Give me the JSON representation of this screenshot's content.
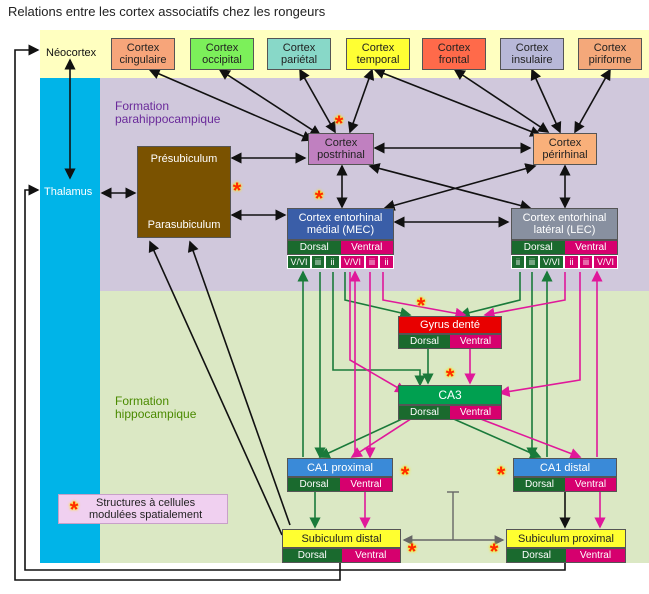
{
  "title": "Relations entre les cortex associatifs chez les rongeurs",
  "regions": {
    "neocortex": "Néocortex",
    "parahippocampal": "Formation\nparahippocampique",
    "hippocampal": "Formation\nhippocampique",
    "thalamus": "Thalamus"
  },
  "cortices": [
    {
      "label": "Cortex\ncingulaire",
      "color": "#f7a57a"
    },
    {
      "label": "Cortex\noccipital",
      "color": "#7cf05a"
    },
    {
      "label": "Cortex\npariétal",
      "color": "#88d8c8"
    },
    {
      "label": "Cortex\ntemporal",
      "color": "#ffff33"
    },
    {
      "label": "Cortex\nfrontal",
      "color": "#ff6a4a"
    },
    {
      "label": "Cortex\ninsulaire",
      "color": "#b8b8d8"
    },
    {
      "label": "Cortex\npiriforme",
      "color": "#f4a87a"
    }
  ],
  "nodes": {
    "postrhinal": "Cortex\npostrhinal",
    "perirhinal": "Cortex\npérirhinal",
    "presubiculum": "Présubiculum",
    "parasubiculum": "Parasubiculum",
    "mec": "Cortex entorhinal\nmédial (MEC)",
    "lec": "Cortex entorhinal\nlatéral (LEC)",
    "dentate": "Gyrus denté",
    "ca3": "CA3",
    "ca1_proximal": "CA1 proximal",
    "ca1_distal": "CA1 distal",
    "subiculum_distal": "Subiculum distal",
    "subiculum_proximal": "Subiculum proximal"
  },
  "dorsal_label": "Dorsal",
  "ventral_label": "Ventral",
  "mec_layers": [
    "V/VI",
    "iii",
    "ii",
    "V/VI",
    "iii",
    "ii"
  ],
  "lec_layers": [
    "ii",
    "iii",
    "V/VI",
    "ii",
    "iii",
    "V/VI"
  ],
  "legend": {
    "star": "*",
    "text": "Structures à cellules\nmodulées spatialement"
  },
  "colors": {
    "neocortex_band": "#ffffc0",
    "parahippo_band": "#d0c8dc",
    "hippo_band": "#dbe8c4",
    "thalamus": "#00b4e8",
    "dorsal": "#1a6a2e",
    "ventral": "#d6006e",
    "arrow_green": "#1a7a3a",
    "arrow_pink": "#e0189a",
    "arrow_black": "#111111"
  }
}
